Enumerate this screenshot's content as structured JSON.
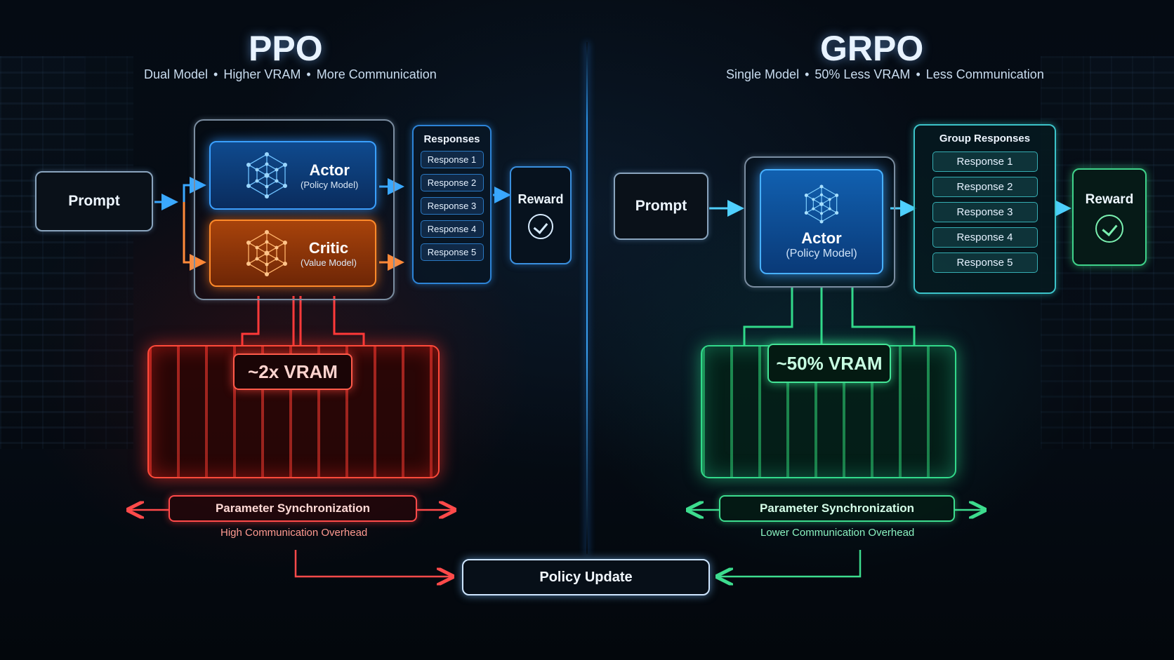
{
  "ppo": {
    "title": "PPO",
    "subtitle": [
      "Dual Model",
      "Higher VRAM",
      "More Communication"
    ],
    "prompt": "Prompt",
    "actor": {
      "name": "Actor",
      "sub": "(Policy Model)"
    },
    "critic": {
      "name": "Critic",
      "sub": "(Value Model)"
    },
    "responses": {
      "title": "Responses",
      "items": [
        "Response 1",
        "Response 2",
        "Response 3",
        "Response 4",
        "Response 5"
      ]
    },
    "reward": "Reward",
    "vram": "~2x VRAM",
    "sync": "Parameter Synchronization",
    "overhead": "High Communication Overhead"
  },
  "grpo": {
    "title": "GRPO",
    "subtitle": [
      "Single Model",
      "50% Less VRAM",
      "Less Communication"
    ],
    "prompt": "Prompt",
    "actor": {
      "name": "Actor",
      "sub": "(Policy Model)"
    },
    "responses": {
      "title": "Group Responses",
      "items": [
        "Response 1",
        "Response 2",
        "Response 3",
        "Response 4",
        "Response 5"
      ]
    },
    "reward": "Reward",
    "vram": "~50% VRAM",
    "sync": "Parameter Synchronization",
    "overhead": "Lower Communication Overhead"
  },
  "policy_update": "Policy Update",
  "colors": {
    "ppo_red": "#ff4a3a",
    "critic_orange": "#ff8a2a",
    "actor_blue": "#3aa0ff",
    "grpo_green": "#32d98a",
    "grpo_teal": "#3cc3c9"
  },
  "icons": {
    "model": "neural-network-icon",
    "reward": "checkmark-circle-icon"
  }
}
